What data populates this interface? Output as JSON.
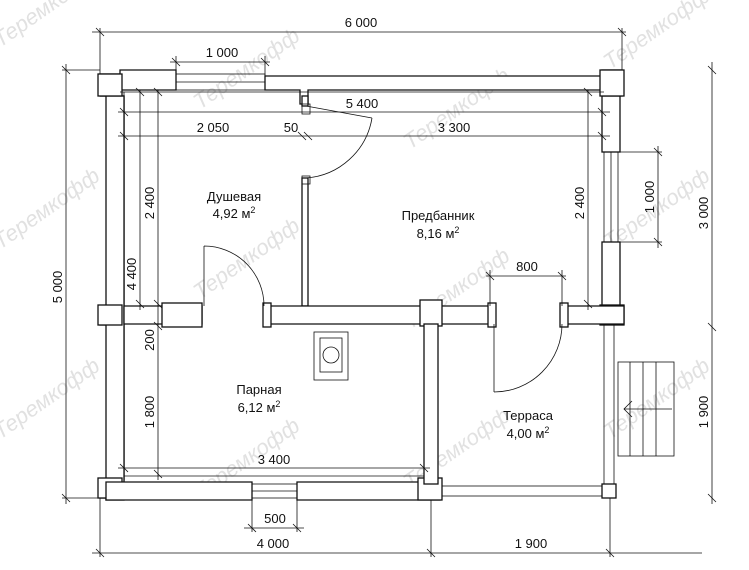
{
  "watermark": "Теремкофф",
  "rooms": [
    {
      "name": "Душевая",
      "area_value": "4,92 м",
      "area_sup": "2"
    },
    {
      "name": "Предбанник",
      "area_value": "8,16 м",
      "area_sup": "2"
    },
    {
      "name": "Парная",
      "area_value": "6,12 м",
      "area_sup": "2"
    },
    {
      "name": "Терраса",
      "area_value": "4,00 м",
      "area_sup": "2"
    }
  ],
  "dimensions": {
    "top_total": "6 000",
    "top_window": "1 000",
    "inner_width": "5 400",
    "shower_width": "2 050",
    "partition": "50",
    "hall_width": "3 300",
    "left_total": "5 000",
    "left_upper": "4 400",
    "shower_depth": "2 400",
    "partition_depth": "200",
    "steam_depth": "1 800",
    "hall_depth": "2 400",
    "side_window": "1 000",
    "right_upper": "3 000",
    "right_lower": "1 900",
    "door_width": "800",
    "steam_width": "3 400",
    "bottom_window": "500",
    "bottom_left": "4 000",
    "bottom_right": "1 900"
  }
}
